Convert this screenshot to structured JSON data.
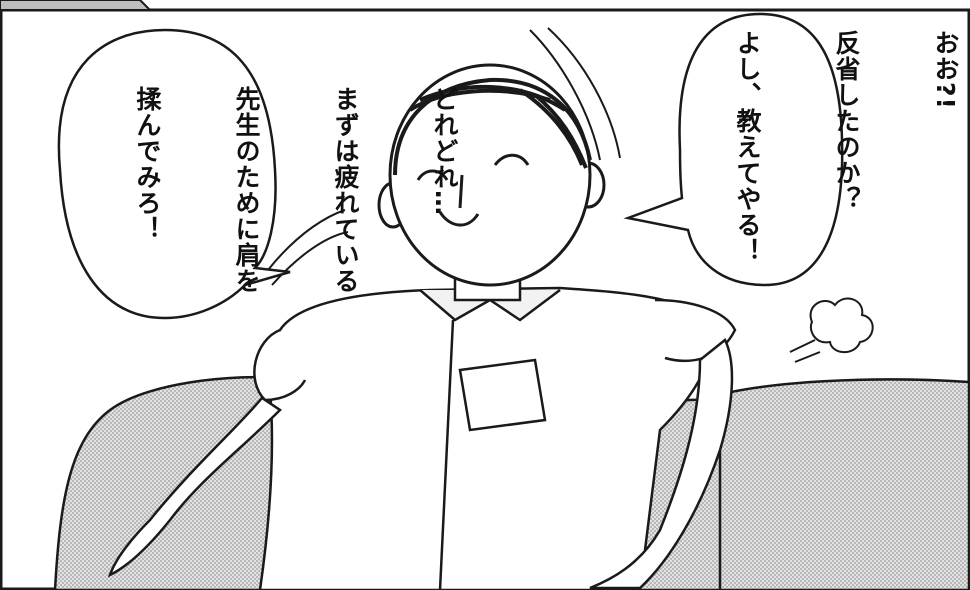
{
  "panel": {
    "speech_left": [
      "どれどれ…",
      "まずは疲れている",
      "先生のために肩を",
      "揉んでみろ！"
    ],
    "speech_right": [
      "おお?!",
      "反省したのか？",
      "よし、教えてやる！"
    ]
  },
  "colors": {
    "ink": "#111111",
    "paper": "#ffffff",
    "screentone": "#cfcfcf",
    "border": "#1a1a1a"
  }
}
